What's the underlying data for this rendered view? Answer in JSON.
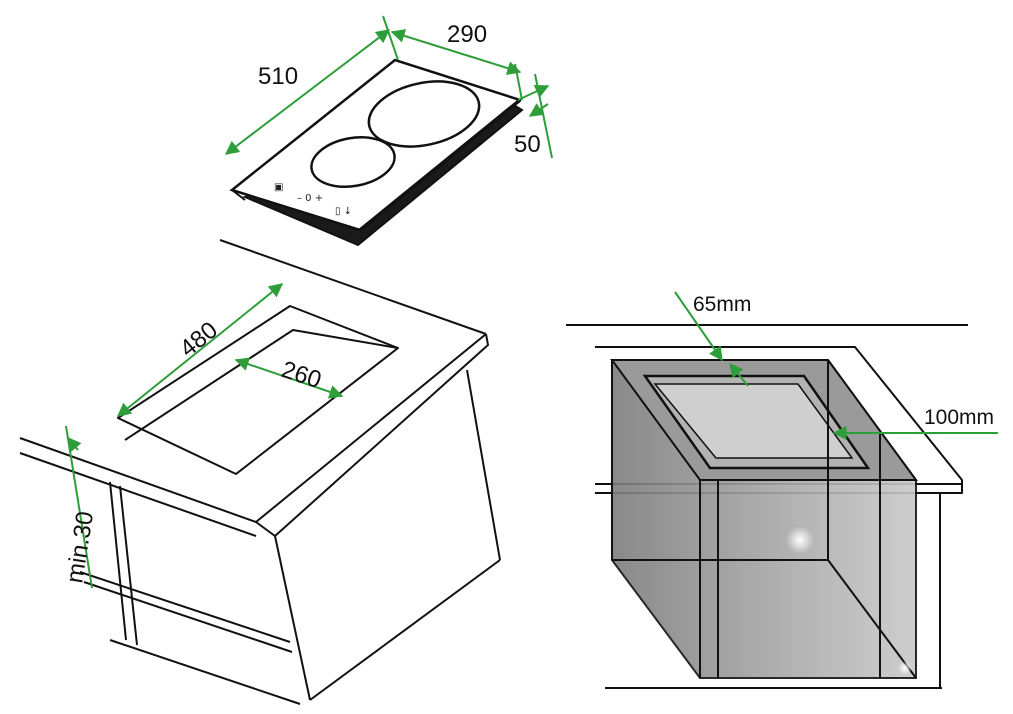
{
  "colors": {
    "dimension_line": "#2e9e3a",
    "outline": "#111111",
    "cabinet_fill": "#8f8f8f",
    "background": "#ffffff"
  },
  "hob": {
    "width_label": "290",
    "depth_label": "510",
    "height_label": "50",
    "controls": {
      "left_symbol": "▣",
      "power_label": "– 0 +",
      "right_symbol": "▯ ↓"
    }
  },
  "cutout": {
    "length_label": "480",
    "width_label": "260",
    "thickness_label": "min.30"
  },
  "cabinet": {
    "top_clearance_label": "65mm",
    "side_clearance_label": "100mm"
  }
}
